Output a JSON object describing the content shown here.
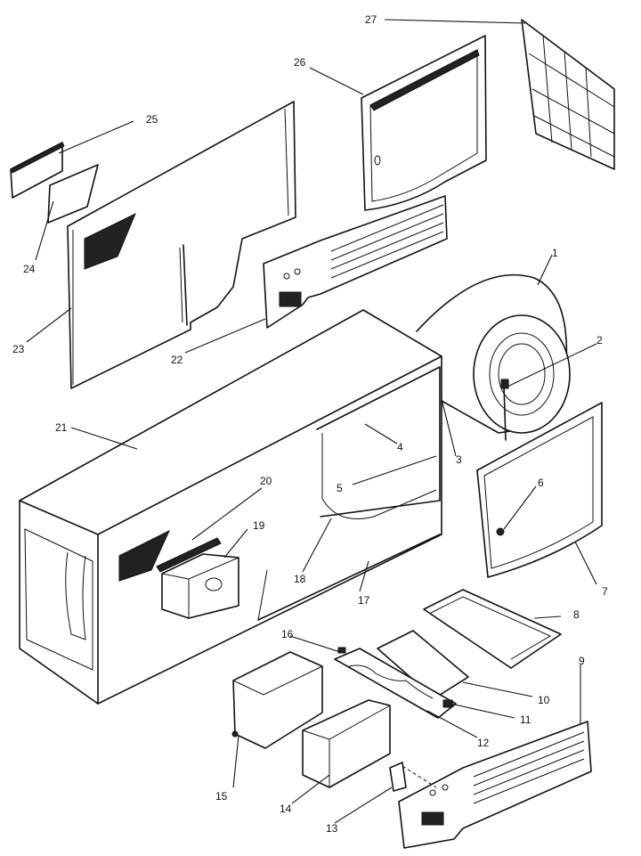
{
  "diagram": {
    "callouts": [
      {
        "id": "1",
        "label": "1"
      },
      {
        "id": "2",
        "label": "2"
      },
      {
        "id": "3",
        "label": "3"
      },
      {
        "id": "4",
        "label": "4"
      },
      {
        "id": "5",
        "label": "5"
      },
      {
        "id": "6",
        "label": "6"
      },
      {
        "id": "7",
        "label": "7"
      },
      {
        "id": "8",
        "label": "8"
      },
      {
        "id": "9",
        "label": "9"
      },
      {
        "id": "10",
        "label": "10"
      },
      {
        "id": "11",
        "label": "11"
      },
      {
        "id": "12",
        "label": "12"
      },
      {
        "id": "13",
        "label": "13"
      },
      {
        "id": "14",
        "label": "14"
      },
      {
        "id": "15",
        "label": "15"
      },
      {
        "id": "16",
        "label": "16"
      },
      {
        "id": "17",
        "label": "17"
      },
      {
        "id": "18",
        "label": "18"
      },
      {
        "id": "19",
        "label": "19"
      },
      {
        "id": "20",
        "label": "20"
      },
      {
        "id": "21",
        "label": "21"
      },
      {
        "id": "22",
        "label": "22"
      },
      {
        "id": "23",
        "label": "23"
      },
      {
        "id": "24",
        "label": "24"
      },
      {
        "id": "25",
        "label": "25"
      },
      {
        "id": "26",
        "label": "26"
      },
      {
        "id": "27",
        "label": "27"
      }
    ]
  }
}
